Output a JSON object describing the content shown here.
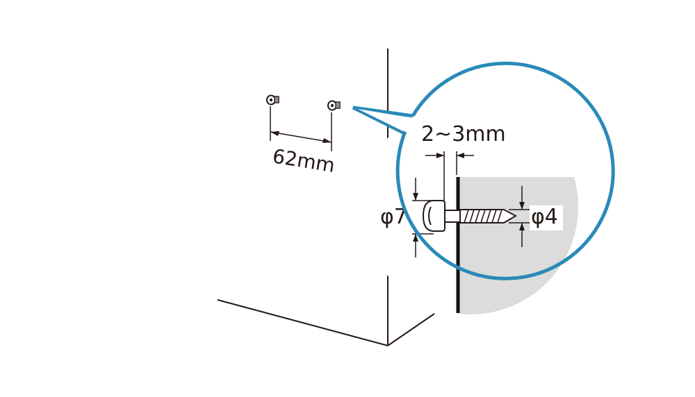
{
  "diagram": {
    "screw_spacing": "62mm",
    "head_gap": "2~3mm",
    "head_diameter": "φ7",
    "shaft_diameter": "φ4",
    "colors": {
      "line": "#231815",
      "callout": "#2a8ab8",
      "wall_fill": "#dcdcdc",
      "background": "#ffffff"
    }
  }
}
